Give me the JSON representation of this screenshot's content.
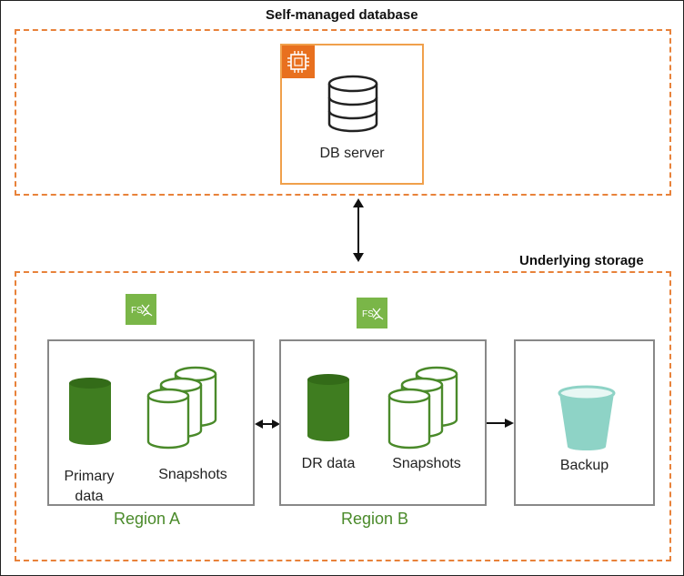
{
  "self_managed": {
    "title": "Self-managed database",
    "server_label": "DB server"
  },
  "storage": {
    "title": "Underlying storage",
    "region_a": {
      "label": "Region A",
      "primary_label": "Primary\ndata",
      "snapshots_label": "Snapshots"
    },
    "region_b": {
      "label": "Region B",
      "dr_label": "DR data",
      "snapshots_label": "Snapshots"
    },
    "backup": {
      "label": "Backup"
    }
  },
  "colors": {
    "dashed_border": "#e8823a",
    "server_border": "#f0a04b",
    "chip_badge": "#e8701f",
    "fsx_badge": "#7ab648",
    "primary_cylinder": "#3f7d20",
    "snapshot_stroke": "#4a8a2a",
    "bucket": "#8ed3c6",
    "region_text": "#4a8a2a"
  },
  "icons": {
    "chip": "chip-icon",
    "database": "database-icon",
    "fsx": "fsx-netapp-icon",
    "bucket": "backup-bucket-icon"
  }
}
